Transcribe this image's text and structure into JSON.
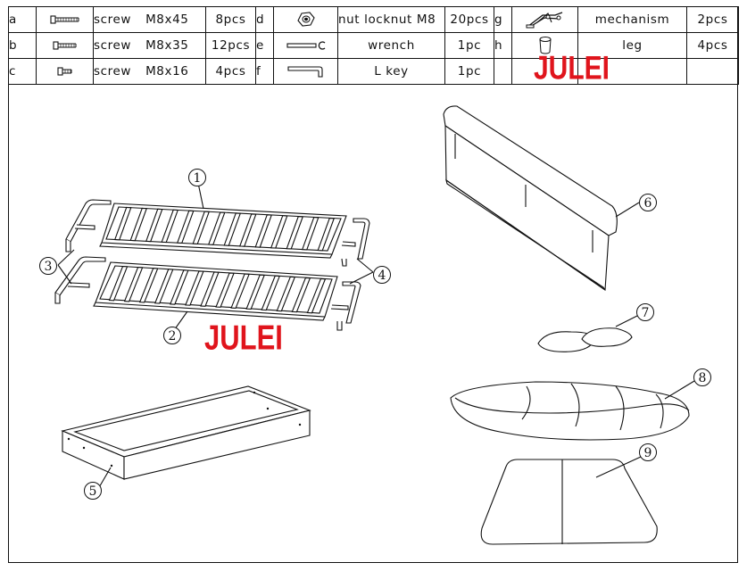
{
  "parts_table": {
    "rows": [
      [
        {
          "letter": "a",
          "icon": "long-screw-icon",
          "name": "screw",
          "size": "M8x45",
          "qty": "8pcs"
        },
        {
          "letter": "d",
          "icon": "lock-nut-icon",
          "name": "nut locknut",
          "size": "M8",
          "qty": "20pcs"
        },
        {
          "letter": "g",
          "icon": "mechanism-icon",
          "name": "mechanism",
          "size": "",
          "qty": "2pcs"
        }
      ],
      [
        {
          "letter": "b",
          "icon": "medium-screw-icon",
          "name": "screw",
          "size": "M8x35",
          "qty": "12pcs"
        },
        {
          "letter": "e",
          "icon": "wrench-icon",
          "name": "wrench",
          "size": "",
          "qty": "1pc"
        },
        {
          "letter": "h",
          "icon": "leg-icon",
          "name": "leg",
          "size": "",
          "qty": "4pcs"
        }
      ],
      [
        {
          "letter": "c",
          "icon": "short-screw-icon",
          "name": "screw",
          "size": "M8x16",
          "qty": "4pcs"
        },
        {
          "letter": "f",
          "icon": "l-key-icon",
          "name": "L key",
          "size": "",
          "qty": "1pc"
        },
        {
          "letter": "",
          "icon": "",
          "name": "",
          "size": "",
          "qty": ""
        }
      ]
    ]
  },
  "watermarks": [
    "JULEI",
    "JULEI"
  ],
  "callouts": [
    "1",
    "2",
    "3",
    "4",
    "5",
    "6",
    "7",
    "8",
    "9"
  ]
}
